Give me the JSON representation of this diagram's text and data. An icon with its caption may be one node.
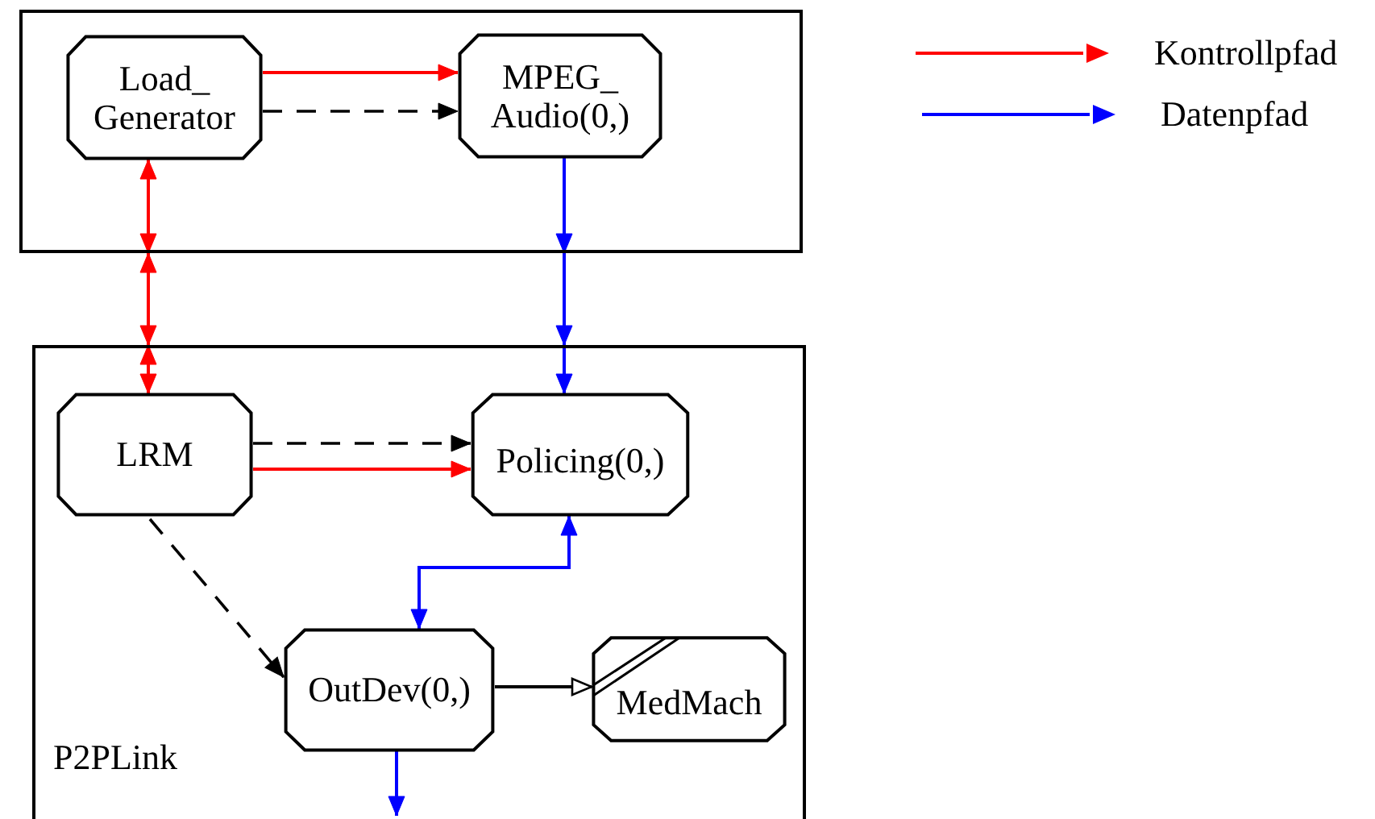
{
  "diagram": {
    "nodes": [
      {
        "text": [],
        "shape": "box"
      },
      {
        "text": [
          "Load_ Generator"
        ],
        "in": 0
      },
      {
        "text": [
          "MPEG_ Audio(0,)"
        ],
        "in": 0
      },
      {
        "text": [
          "P2PLink"
        ]
      },
      {
        "text": [
          "LRM"
        ],
        "in": 3
      },
      {
        "text": [
          "Policing(0,)"
        ],
        "in": 3
      },
      {
        "text": [
          "OutDev(0,)"
        ],
        "in": 3
      },
      {
        "text": [
          "MedMach"
        ],
        "in": 3
      }
    ],
    "edges": [
      {
        "from": 1,
        "to": 2,
        "arrow": "to",
        "color": "#ff0000"
      },
      {
        "from": 1,
        "to": 2,
        "arrow": "to",
        "style": "dashed",
        "color": "#000000"
      },
      {
        "from": 1,
        "to": 0,
        "arrow": "both",
        "color": "#ff0000"
      },
      {
        "from": 0,
        "to": 3,
        "arrow": "both",
        "color": "#ff0000"
      },
      {
        "from": 3,
        "to": 4,
        "arrow": "both",
        "color": "#ff0000"
      },
      {
        "from": 2,
        "to": 0,
        "arrow": "to",
        "color": "#0000ff"
      },
      {
        "from": 0,
        "to": 3,
        "arrow": "to",
        "color": "#0000ff"
      },
      {
        "from": 3,
        "to": 5,
        "arrow": "to",
        "color": "#0000ff"
      },
      {
        "from": 4,
        "to": 5,
        "arrow": "to",
        "style": "dashed",
        "color": "#000000"
      },
      {
        "from": 4,
        "to": 5,
        "arrow": "to",
        "color": "#ff0000"
      },
      {
        "from": 4,
        "to": 6,
        "arrow": "to",
        "style": "dashed",
        "color": "#000000"
      },
      {
        "from": 5,
        "to": 6,
        "arrow": "both",
        "color": "#0000ff"
      },
      {
        "from": 6,
        "to": 7,
        "arrow": "to",
        "color": "#000000"
      },
      {
        "from": 6,
        "to": null,
        "arrow": "to",
        "color": "#0000ff"
      }
    ],
    "legend": [
      {
        "text": "Kontrollpfad"
      },
      {
        "text": "Datenpfad"
      }
    ]
  }
}
